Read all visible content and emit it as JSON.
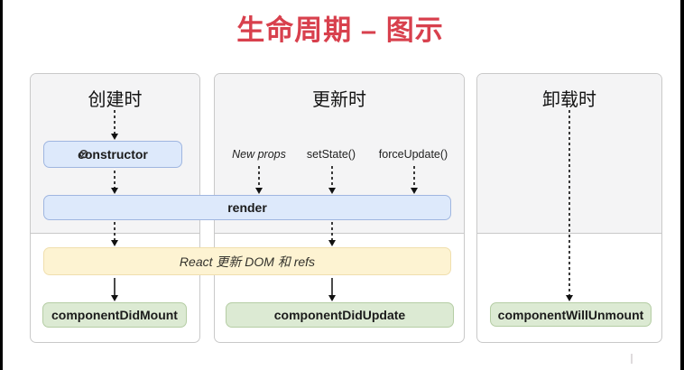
{
  "title": {
    "text": "生命周期 – 图示"
  },
  "columns": {
    "create": {
      "header": "创建时"
    },
    "update": {
      "header": "更新时"
    },
    "unmount": {
      "header": "卸载时"
    }
  },
  "nodes": {
    "constructor": {
      "label": "constructor"
    },
    "render": {
      "label": "render"
    },
    "react_update": {
      "label": "React 更新 DOM 和 refs"
    },
    "did_mount": {
      "label": "componentDidMount"
    },
    "did_update": {
      "label": "componentDidUpdate"
    },
    "will_unmount": {
      "label": "componentWillUnmount"
    }
  },
  "triggers": {
    "new_props": {
      "label": "New props"
    },
    "set_state": {
      "label": "setState()"
    },
    "force_update": {
      "label": "forceUpdate()"
    }
  },
  "icons": {
    "blocked_cursor": "⊘"
  },
  "colors": {
    "title_red": "#d8404d",
    "blue_fill": "#dde9fb",
    "blue_border": "#9fb6e0",
    "yellow_fill": "#fdf3d2",
    "yellow_border": "#f0dfae",
    "green_fill": "#dcead3",
    "green_border": "#b5cda4",
    "column_border": "#c9c9c9",
    "column_top_bg": "#f4f4f5",
    "edge_strip": "#000000"
  }
}
